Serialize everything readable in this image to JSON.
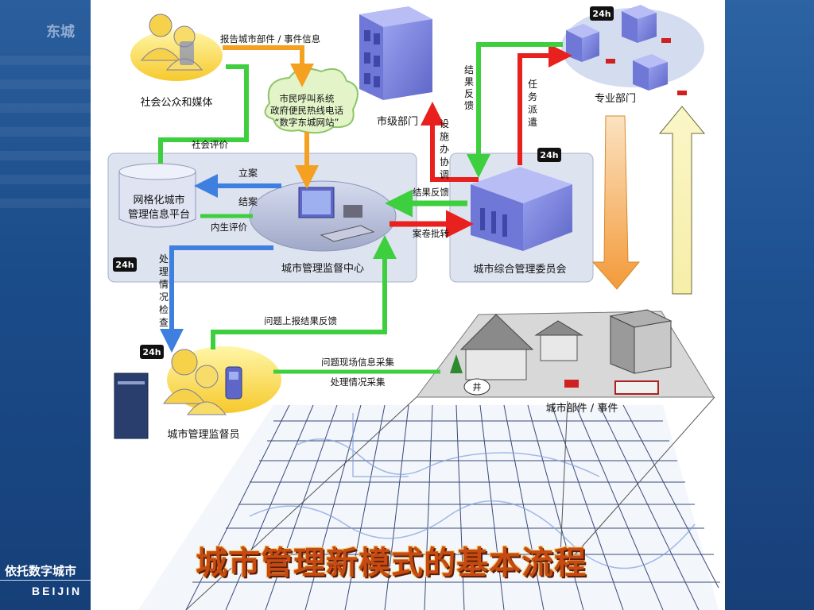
{
  "side": {
    "corner_tag": "东城",
    "brand_line1": "依托数字城市",
    "brand_line2": "BEIJIN"
  },
  "nodes": {
    "public": "社会公众和媒体",
    "city_dept": "市级部门",
    "specialized": "专业部门",
    "hotline": [
      "市民呼叫系统",
      "政府便民热线电话",
      "“数字东城网站”"
    ],
    "platform": [
      "网格化城市",
      "管理信息平台"
    ],
    "monitor_center": "城市管理监督中心",
    "committee": "城市综合管理委员会",
    "supervisor": "城市管理监督员",
    "parts": "城市部件 / 事件",
    "well": "井"
  },
  "edges": {
    "report_info": "报告城市部件 / 事件信息",
    "social_eval": "社会评价",
    "file_case": "立案",
    "close_case": "结案",
    "internal_eval": "内生评价",
    "feedback_mid": "结果反馈",
    "case_transfer": "案卷批转",
    "feedback_vertical": [
      "结",
      "果",
      "反",
      "馈"
    ],
    "task_dispatch": [
      "任",
      "务",
      "派",
      "遣"
    ],
    "coordinate": [
      "设",
      "施",
      "办",
      "协",
      "调"
    ],
    "process_check": [
      "处",
      "理",
      "情",
      "况",
      "检",
      "查"
    ],
    "report_result": "问题上报结果反馈",
    "collect_onsite": "问题现场信息采集",
    "collect_process": "处理情况采集"
  },
  "badges": {
    "h24": "24h"
  },
  "title": "城市管理新模式的基本流程",
  "colors": {
    "arrow_green": "#3ecf3e",
    "arrow_orange": "#f4a020",
    "arrow_red": "#e8201e",
    "arrow_blue": "#3f7fe0",
    "panel_fill": "#dde3ef",
    "building_blue": "#7e86e0",
    "title_color": "#c64a12"
  }
}
